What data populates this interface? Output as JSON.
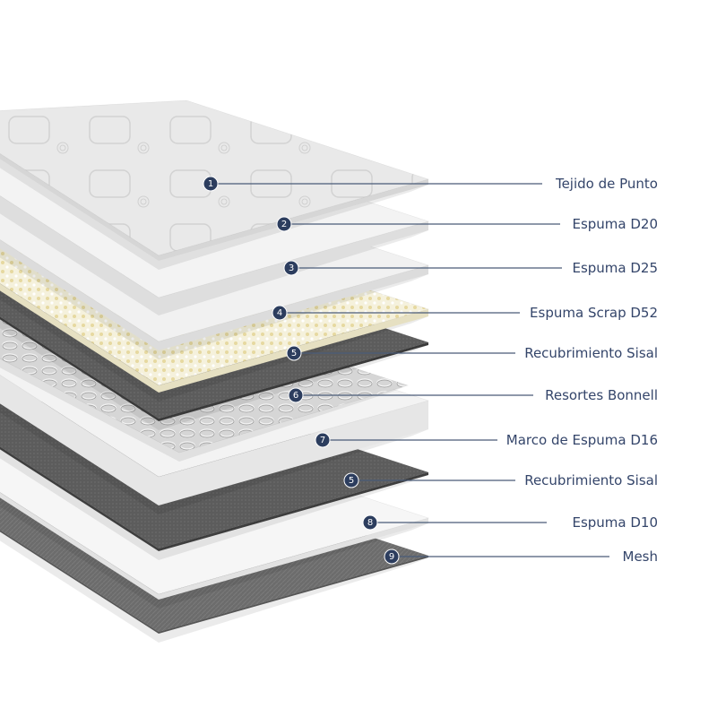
{
  "diagram": {
    "layers": [
      {
        "number": "1",
        "label": "Tejido de Punto"
      },
      {
        "number": "2",
        "label": "Espuma D20"
      },
      {
        "number": "3",
        "label": "Espuma D25"
      },
      {
        "number": "4",
        "label": "Espuma Scrap D52"
      },
      {
        "number": "5",
        "label": "Recubrimiento Sisal"
      },
      {
        "number": "6",
        "label": "Resortes Bonnell"
      },
      {
        "number": "7",
        "label": "Marco de Espuma D16"
      },
      {
        "number": "5",
        "label": "Recubrimiento Sisal"
      },
      {
        "number": "8",
        "label": "Espuma D10"
      },
      {
        "number": "9",
        "label": "Mesh"
      }
    ],
    "colors": {
      "badge": "#2c3d5e",
      "leader": "#4a5b78",
      "text": "#34456a"
    }
  }
}
